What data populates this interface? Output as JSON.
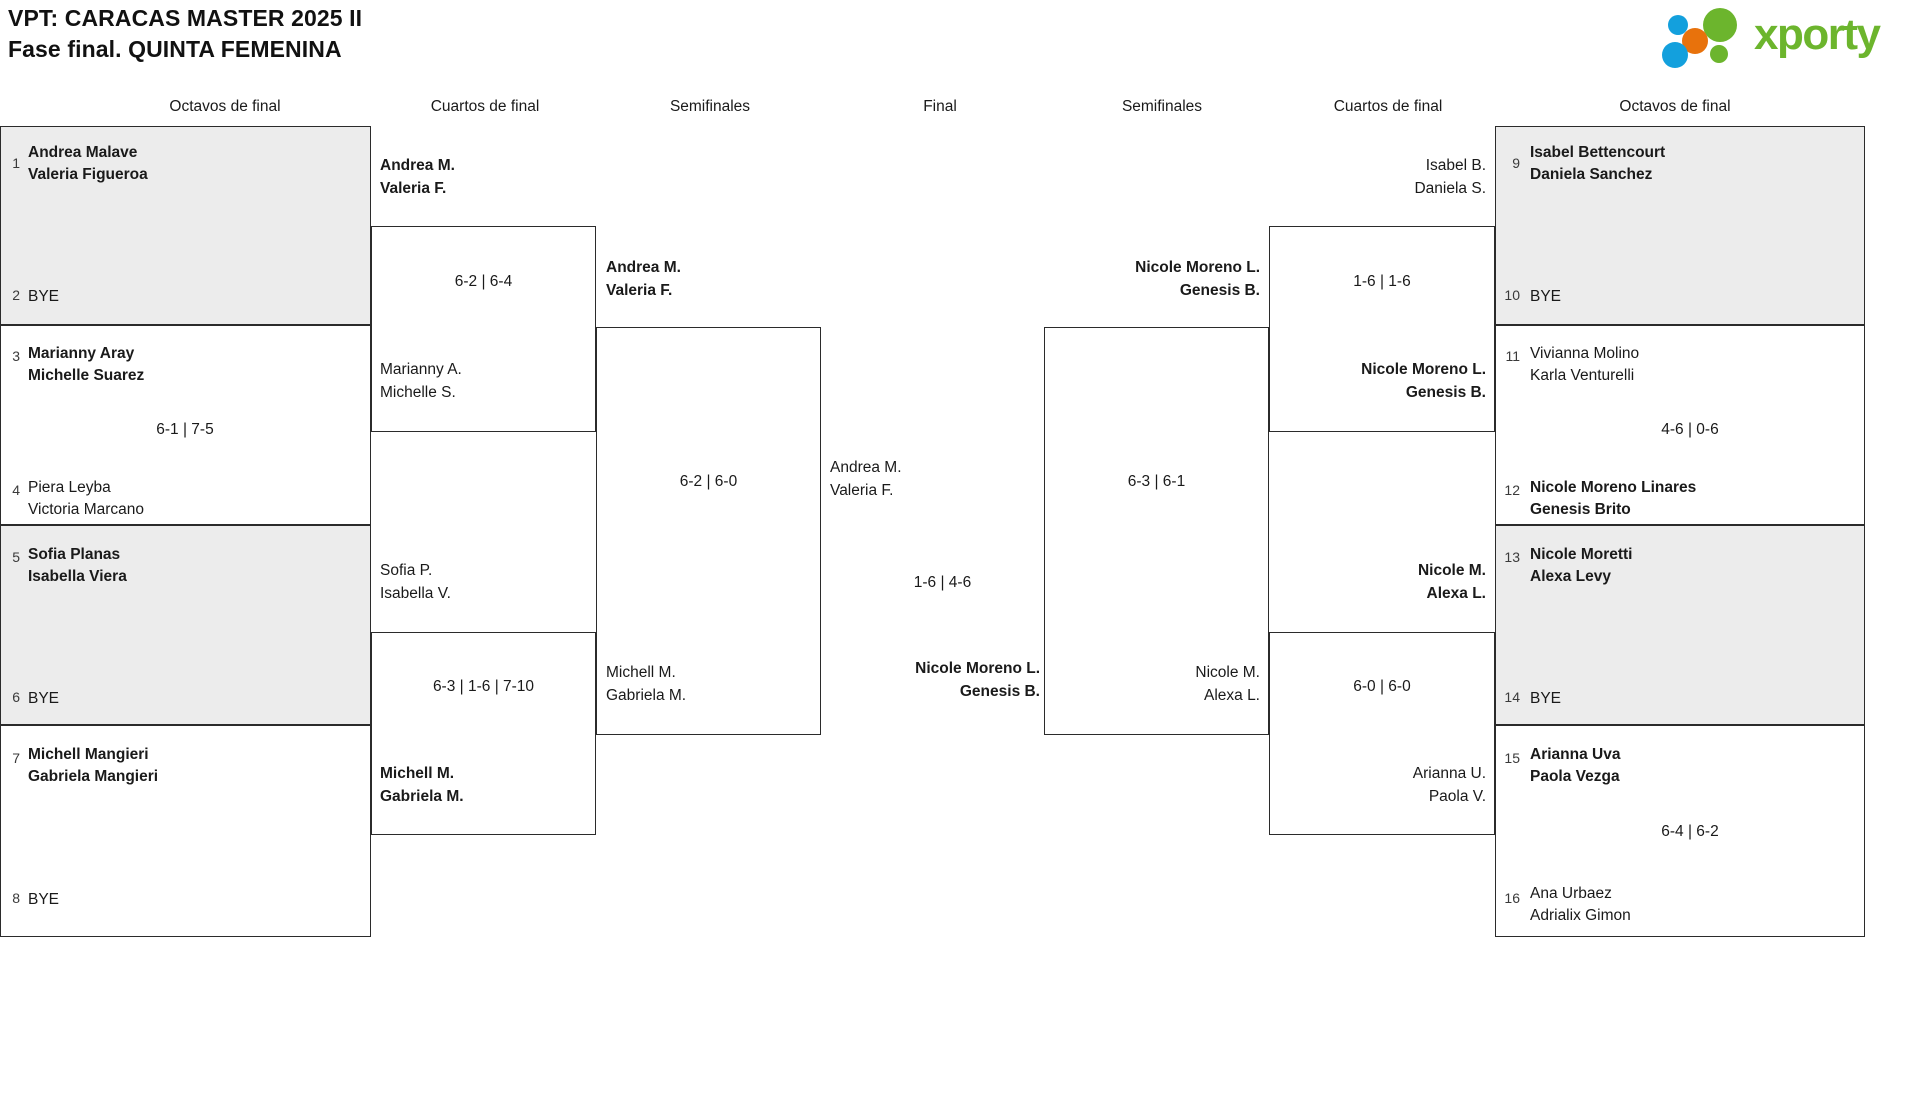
{
  "header": {
    "title_line1": "VPT: CARACAS MASTER 2025 II",
    "title_line2": "Fase final. QUINTA FEMENINA",
    "logo_text": "xporty",
    "logo_colors": {
      "green": "#6cb52d",
      "blue": "#13a0dd",
      "orange": "#e8720c"
    }
  },
  "round_labels": {
    "l1": "Octavos de final",
    "l2": "Cuartos de final",
    "l3": "Semifinales",
    "l4": "Final",
    "r3": "Semifinales",
    "r2": "Cuartos de final",
    "r1": "Octavos de final"
  },
  "bye_label": "BYE",
  "left": {
    "r16": [
      {
        "seed": "1",
        "p1": "Andrea Malave",
        "p2": "Valeria Figueroa",
        "winner": true,
        "bye": false
      },
      {
        "seed": "2",
        "p1": "BYE",
        "p2": "",
        "winner": false,
        "bye": true
      },
      {
        "seed": "3",
        "p1": "Marianny Aray",
        "p2": "Michelle Suarez",
        "winner": true,
        "bye": false
      },
      {
        "seed": "4",
        "p1": "Piera Leyba",
        "p2": "Victoria Marcano",
        "winner": false,
        "bye": false
      },
      {
        "seed": "5",
        "p1": "Sofia Planas",
        "p2": "Isabella Viera",
        "winner": true,
        "bye": false
      },
      {
        "seed": "6",
        "p1": "BYE",
        "p2": "",
        "winner": false,
        "bye": true
      },
      {
        "seed": "7",
        "p1": "Michell Mangieri",
        "p2": "Gabriela Mangieri",
        "winner": true,
        "bye": false
      },
      {
        "seed": "8",
        "p1": "BYE",
        "p2": "",
        "winner": false,
        "bye": true
      }
    ],
    "r16_scores": [
      "",
      "6-1 | 7-5",
      "",
      ""
    ],
    "qf": [
      {
        "p1": "Andrea M.",
        "p2": "Valeria F.",
        "winner": true
      },
      {
        "p1": "Marianny A.",
        "p2": "Michelle S.",
        "winner": false
      },
      {
        "p1": "Sofia P.",
        "p2": "Isabella V.",
        "winner": false
      },
      {
        "p1": "Michell M.",
        "p2": "Gabriela M.",
        "winner": true
      }
    ],
    "qf_scores": [
      "6-2 | 6-4",
      "6-3 | 1-6 | 7-10"
    ],
    "sf": [
      {
        "p1": "Andrea M.",
        "p2": "Valeria F.",
        "winner": true
      },
      {
        "p1": "Michell M.",
        "p2": "Gabriela M.",
        "winner": false
      }
    ],
    "sf_scores": [
      "6-2 | 6-0"
    ]
  },
  "final": {
    "top": {
      "p1": "Andrea M.",
      "p2": "Valeria F.",
      "winner": false
    },
    "bottom": {
      "p1": "Nicole Moreno L.",
      "p2": "Genesis B.",
      "winner": true
    },
    "score": "1-6 | 4-6"
  },
  "right": {
    "r16": [
      {
        "seed": "9",
        "p1": "Isabel Bettencourt",
        "p2": "Daniela Sanchez",
        "winner": true,
        "bye": false
      },
      {
        "seed": "10",
        "p1": "BYE",
        "p2": "",
        "winner": false,
        "bye": true
      },
      {
        "seed": "11",
        "p1": "Vivianna Molino",
        "p2": "Karla Venturelli",
        "winner": false,
        "bye": false
      },
      {
        "seed": "12",
        "p1": "Nicole Moreno Linares",
        "p2": "Genesis Brito",
        "winner": true,
        "bye": false
      },
      {
        "seed": "13",
        "p1": "Nicole Moretti",
        "p2": "Alexa Levy",
        "winner": true,
        "bye": false
      },
      {
        "seed": "14",
        "p1": "BYE",
        "p2": "",
        "winner": false,
        "bye": true
      },
      {
        "seed": "15",
        "p1": "Arianna Uva",
        "p2": "Paola Vezga",
        "winner": true,
        "bye": false
      },
      {
        "seed": "16",
        "p1": "Ana Urbaez",
        "p2": "Adrialix Gimon",
        "winner": false,
        "bye": false
      }
    ],
    "r16_scores": [
      "",
      "4-6 | 0-6",
      "",
      "6-4 | 6-2"
    ],
    "qf": [
      {
        "p1": "Isabel B.",
        "p2": "Daniela S.",
        "winner": false
      },
      {
        "p1": "Nicole Moreno L.",
        "p2": "Genesis B.",
        "winner": true
      },
      {
        "p1": "Nicole M.",
        "p2": "Alexa L.",
        "winner": true
      },
      {
        "p1": "Arianna U.",
        "p2": "Paola V.",
        "winner": false
      }
    ],
    "qf_scores": [
      "1-6 | 1-6",
      "6-0 | 6-0"
    ],
    "sf": [
      {
        "p1": "Nicole Moreno L.",
        "p2": "Genesis B.",
        "winner": true
      },
      {
        "p1": "Nicole M.",
        "p2": "Alexa L.",
        "winner": false
      }
    ],
    "sf_scores": [
      "6-3 | 6-1"
    ]
  }
}
